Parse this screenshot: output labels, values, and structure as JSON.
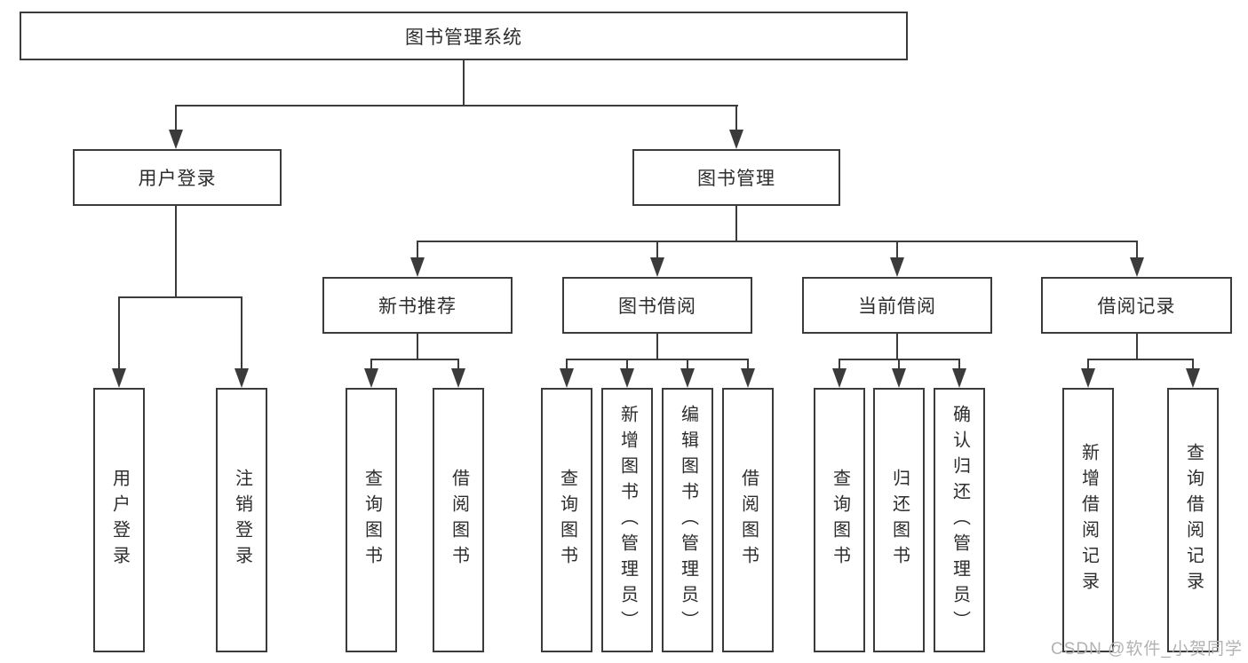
{
  "diagram_title": "图书管理系统",
  "colors": {
    "line": "#3b3b3b",
    "box_border": "#3b3b3b",
    "box_background": "#ffffff",
    "text": "#2d2d2d",
    "watermark": "#b2b2b2"
  },
  "tree": {
    "label": "图书管理系统",
    "children": [
      {
        "label": "用户登录",
        "children": [
          {
            "label": "用户登录"
          },
          {
            "label": "注销登录"
          }
        ]
      },
      {
        "label": "图书管理",
        "children": [
          {
            "label": "新书推荐",
            "children": [
              {
                "label": "查询图书"
              },
              {
                "label": "借阅图书"
              }
            ]
          },
          {
            "label": "图书借阅",
            "children": [
              {
                "label": "查询图书"
              },
              {
                "label": "新增图书（管理员）"
              },
              {
                "label": "编辑图书（管理员）"
              },
              {
                "label": "借阅图书"
              }
            ]
          },
          {
            "label": "当前借阅",
            "children": [
              {
                "label": "查询图书"
              },
              {
                "label": "归还图书"
              },
              {
                "label": "确认归还（管理员）"
              }
            ]
          },
          {
            "label": "借阅记录",
            "children": [
              {
                "label": "新增借阅记录"
              },
              {
                "label": "查询借阅记录"
              }
            ]
          }
        ]
      }
    ]
  },
  "watermark": {
    "text": "CSDN @软件_小贺同学"
  }
}
